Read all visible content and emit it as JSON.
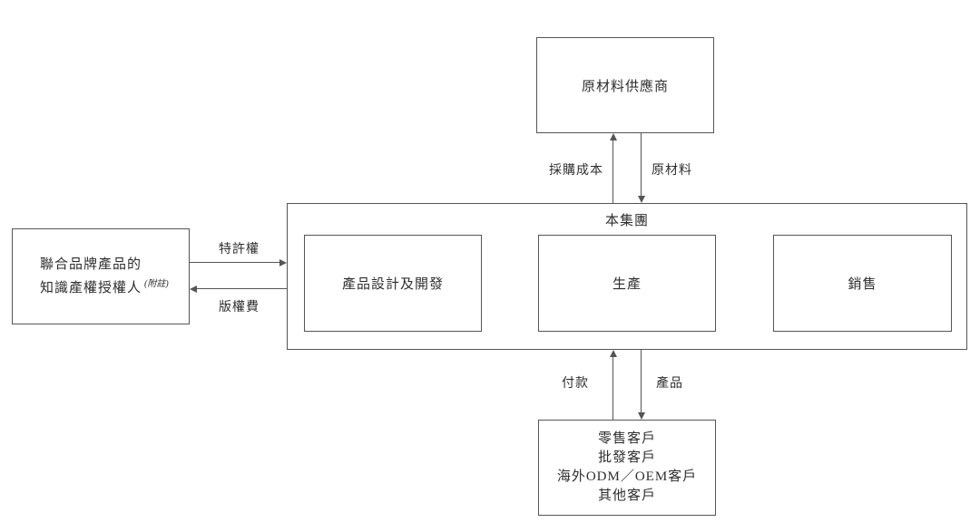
{
  "diagram": {
    "boxes": {
      "suppliers": {
        "label": "原材料供應商"
      },
      "group": {
        "label": "本集團"
      },
      "group_functions": [
        {
          "label": "產品設計及開發"
        },
        {
          "label": "生產"
        },
        {
          "label": "銷售"
        }
      ],
      "licensor": {
        "line1": "聯合品牌產品的",
        "line2": "知識產權授權人",
        "note_superscript": "(附註)"
      },
      "customers": {
        "lines": [
          "零售客戶",
          "批發客戶",
          "海外ODM／OEM客戶",
          "其他客戶"
        ]
      }
    },
    "flow_labels": {
      "procurement_cost": "採購成本",
      "raw_materials": "原材料",
      "franchise": "特許權",
      "royalty": "版權費",
      "payment": "付款",
      "products": "產品"
    },
    "colors": {
      "line": "#555555",
      "text": "#2e2e2e",
      "background": "#ffffff"
    }
  }
}
